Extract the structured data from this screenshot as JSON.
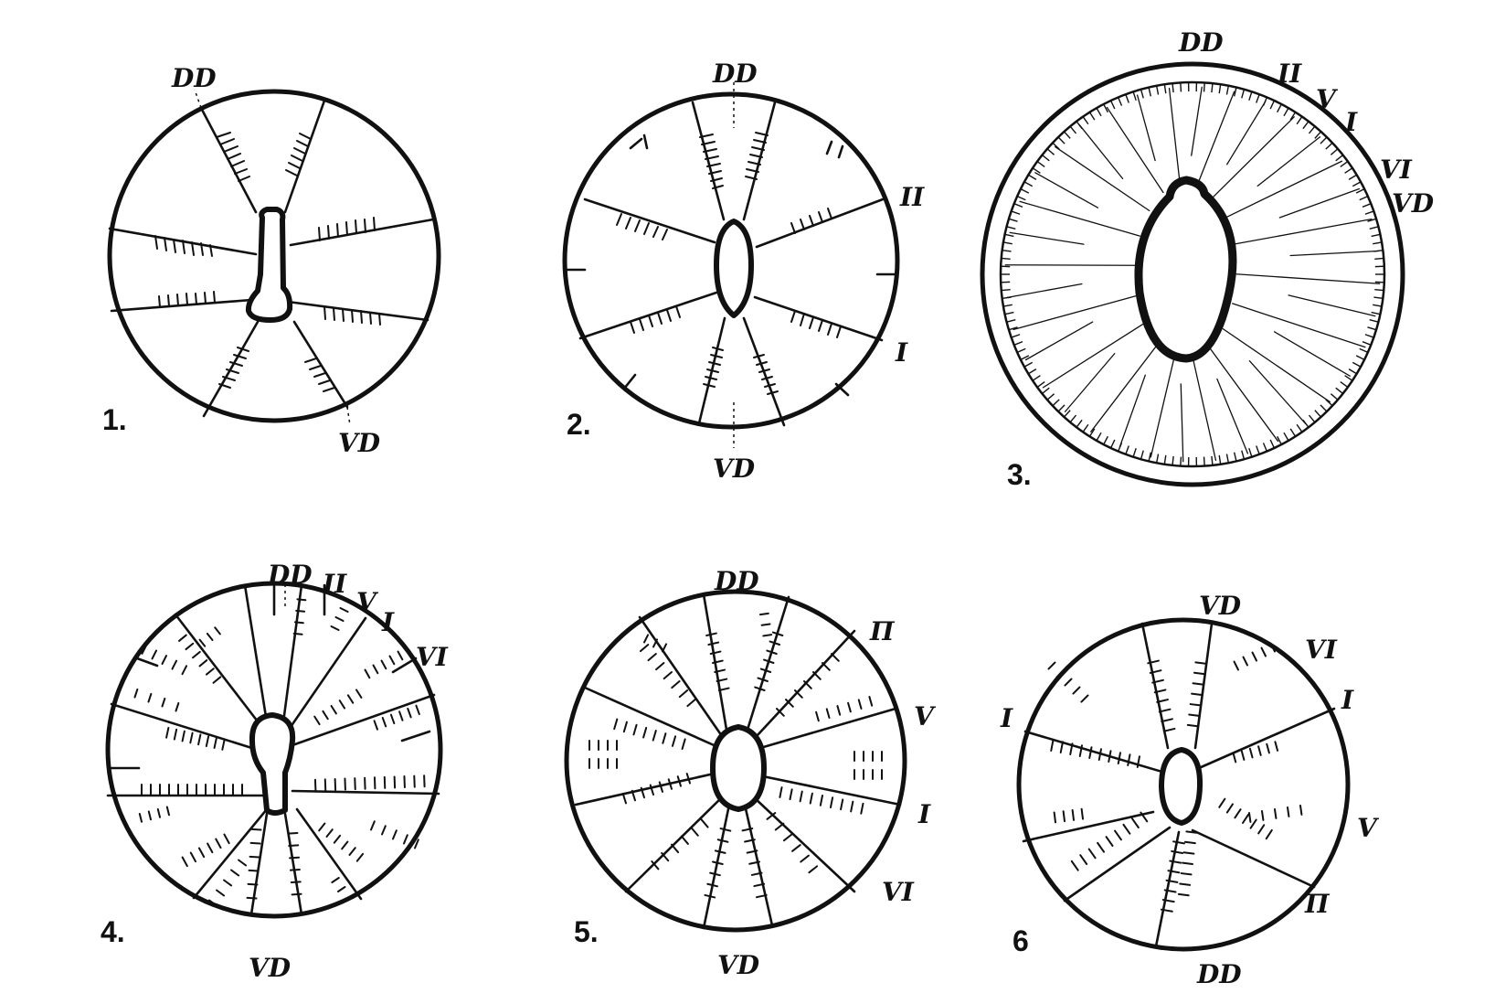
{
  "figures": [
    {
      "number": "1.",
      "labels": [
        "DD",
        "VD"
      ]
    },
    {
      "number": "2.",
      "labels": [
        "DD",
        "II",
        "I",
        "VD"
      ]
    },
    {
      "number": "3.",
      "labels": [
        "DD",
        "II",
        "V",
        "I",
        "VI",
        "VD"
      ]
    },
    {
      "number": "4.",
      "labels": [
        "DD",
        "II",
        "V",
        "I",
        "VI",
        "VD"
      ]
    },
    {
      "number": "5.",
      "labels": [
        "DD",
        "П",
        "V",
        "I",
        "VI",
        "VD"
      ]
    },
    {
      "number": "6",
      "labels": [
        "VD",
        "VI",
        "I",
        "I",
        "V",
        "П",
        "DD"
      ]
    }
  ]
}
